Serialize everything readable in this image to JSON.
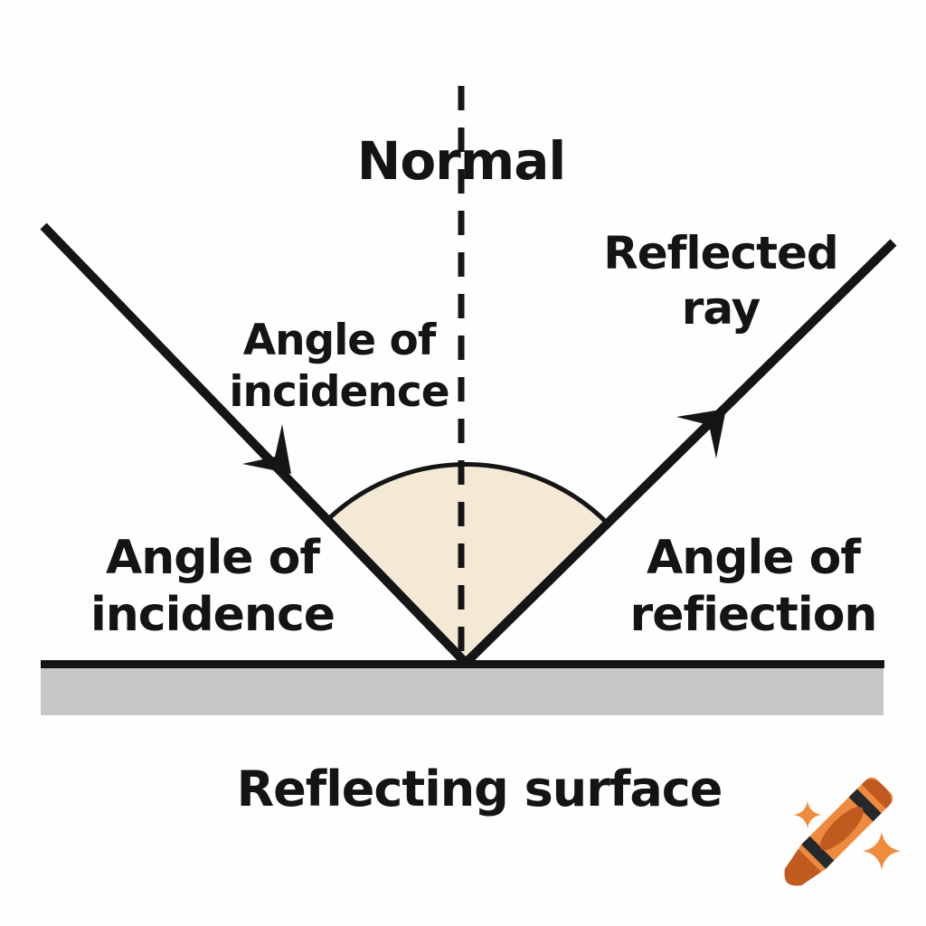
{
  "labels": {
    "normal": "Normal",
    "reflected_ray": {
      "line1": "Reflected",
      "line2": "ray"
    },
    "angle_incidence_upper": {
      "line1": "Angle of",
      "line2": "incidence"
    },
    "angle_incidence_left": {
      "line1": "Angle of",
      "line2": "incidence"
    },
    "angle_reflection": {
      "line1": "Angle of",
      "line2": "refiection"
    },
    "reflecting_surface": "Reflecting surface"
  },
  "colors": {
    "background": "#fefefe",
    "line": "#151515",
    "text": "#141414",
    "angle_sector_fill": "#f4e9d5",
    "surface_gray": "#c5c8c7",
    "crayon_body": "#ed8a3d",
    "crayon_dark": "#c05a1f",
    "crayon_stripe": "#27282b",
    "sparkle": "#ef8b3c"
  },
  "icons": {
    "watermark": "crayon-logo"
  }
}
